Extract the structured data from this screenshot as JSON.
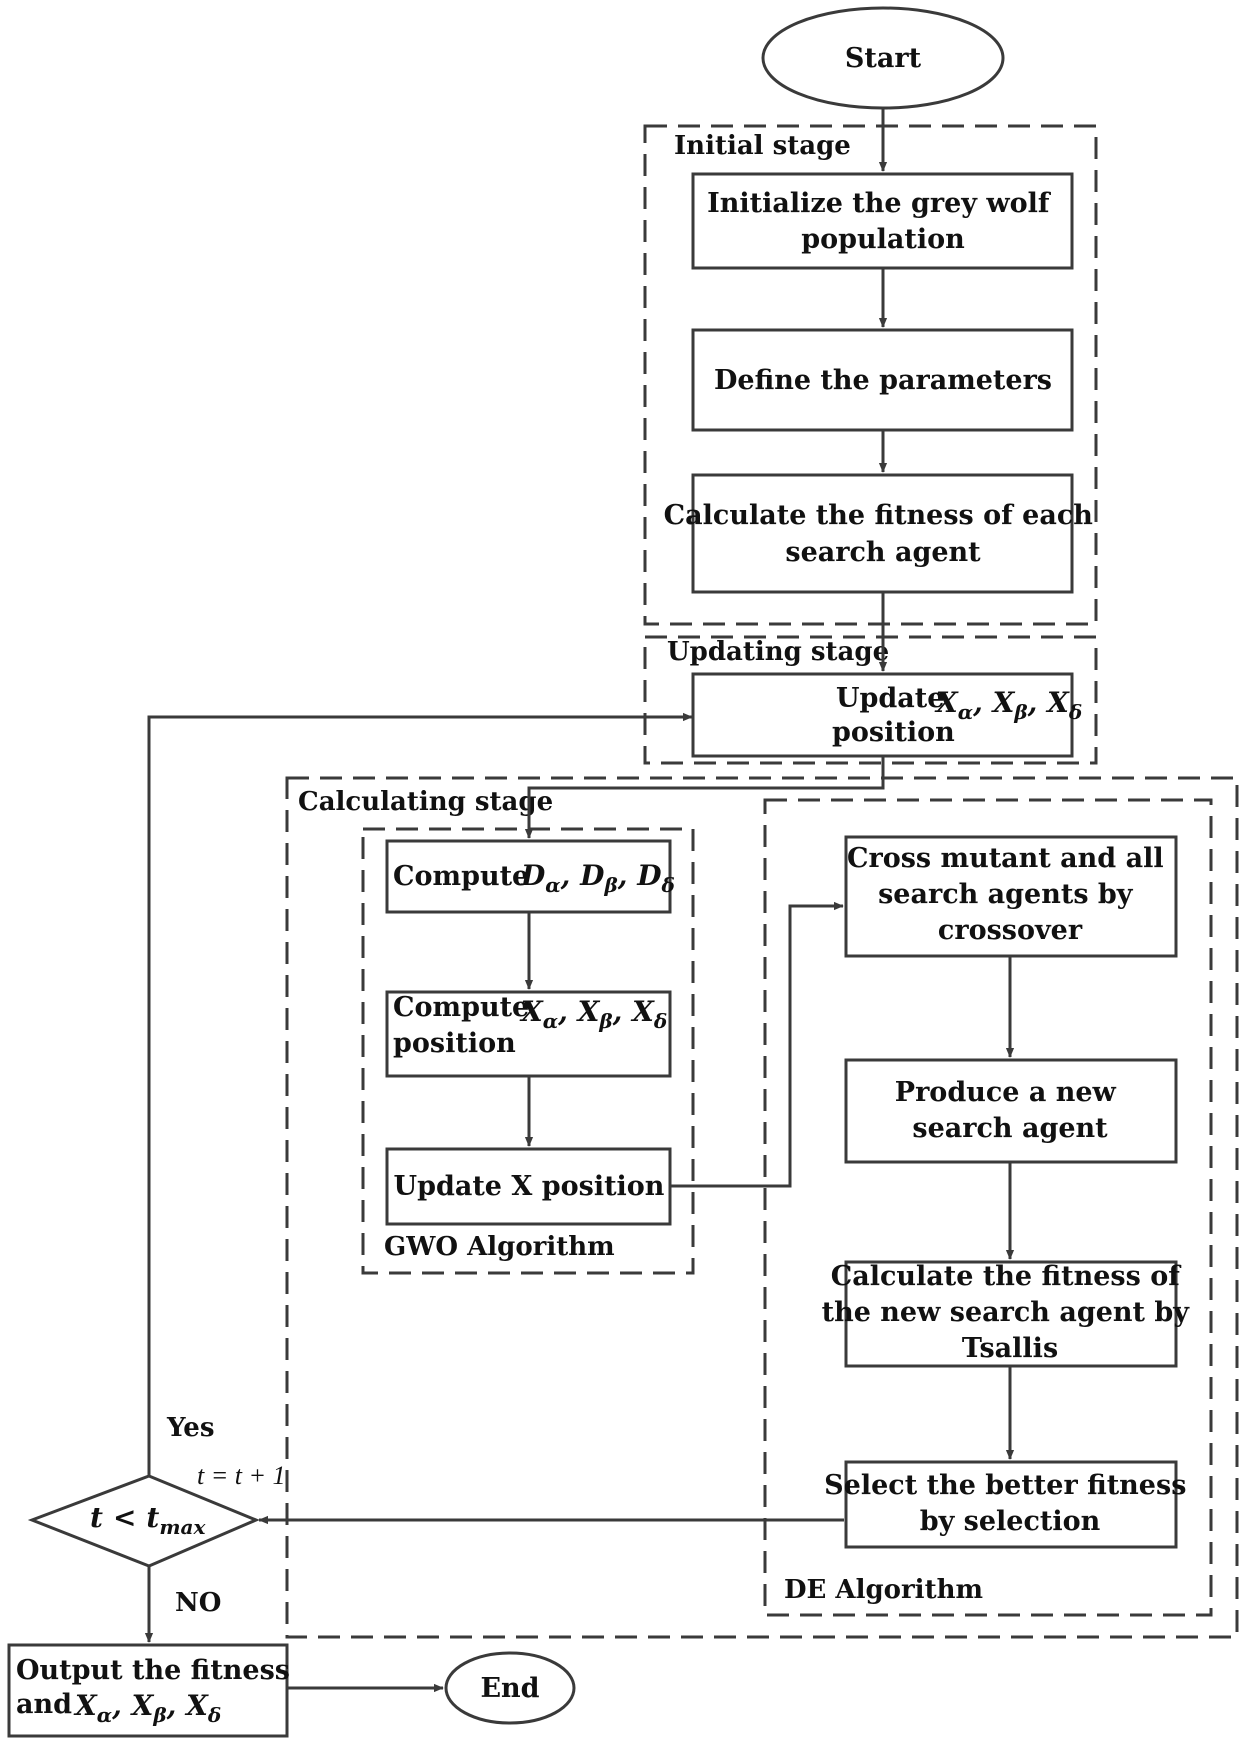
{
  "nodes": {
    "start": "Start",
    "init_pop_l1": "Initialize the grey wolf",
    "init_pop_l2": "population",
    "define_params": "Define the parameters",
    "calc_fit_l1": "Calculate the fitness of each",
    "calc_fit_l2": "search agent",
    "update_word": "Update",
    "position_word": "position",
    "compute_word": "Compute",
    "update_x": "Update X position",
    "cross_l1": "Cross mutant and all",
    "cross_l2": "search agents by",
    "cross_l3": "crossover",
    "produce_l1": "Produce a new",
    "produce_l2": "search agent",
    "calc_new_l1": "Calculate the fitness of",
    "calc_new_l2": "the new search agent by",
    "calc_new_l3": "Tsallis",
    "select_l1": "Select the better fitness",
    "select_l2": "by selection",
    "output_l1": "Output the fitness",
    "output_and": "and",
    "end": "End"
  },
  "math": {
    "X": "X",
    "D": "D",
    "alpha": "α",
    "beta": "β",
    "delta": "δ",
    "t": "t",
    "lt": "<",
    "max": "max",
    "increment": "t = t + 1"
  },
  "groups": {
    "initial": "Initial stage",
    "updating": "Updating stage",
    "calculating": "Calculating stage",
    "gwo": "GWO Algorithm",
    "de": "DE Algorithm"
  },
  "edges": {
    "yes": "Yes",
    "no": "NO"
  },
  "colors": {
    "stroke": "#3a3a3a",
    "text": "#111111",
    "background": "#ffffff"
  }
}
